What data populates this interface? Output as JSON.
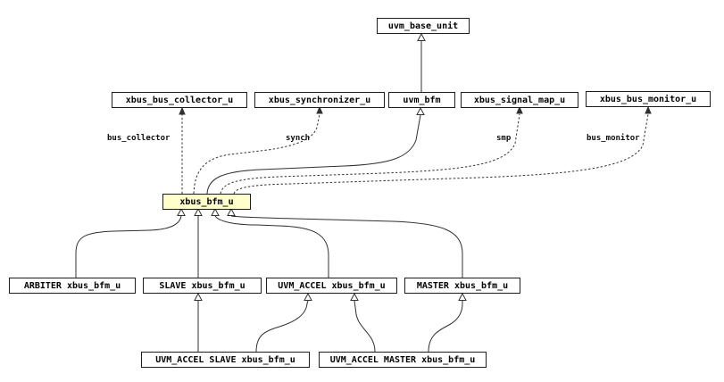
{
  "diagram_type": "unit-relationship-diagram",
  "colors": {
    "highlight_fill": "#ffffcc",
    "node_fill": "#ffffff",
    "node_border": "#1c1c1c",
    "edge": "#303030"
  },
  "nodes": [
    {
      "id": "uvm_base_unit",
      "label": "uvm_base_unit",
      "highlighted": false
    },
    {
      "id": "xbus_bus_collector_u",
      "label": "xbus_bus_collector_u",
      "highlighted": false
    },
    {
      "id": "xbus_synchronizer_u",
      "label": "xbus_synchronizer_u",
      "highlighted": false
    },
    {
      "id": "uvm_bfm",
      "label": "uvm_bfm",
      "highlighted": false
    },
    {
      "id": "xbus_signal_map_u",
      "label": "xbus_signal_map_u",
      "highlighted": false
    },
    {
      "id": "xbus_bus_monitor_u",
      "label": "xbus_bus_monitor_u",
      "highlighted": false
    },
    {
      "id": "xbus_bfm_u",
      "label": "xbus_bfm_u",
      "highlighted": true
    },
    {
      "id": "arbiter_xbus_bfm_u",
      "label": "ARBITER xbus_bfm_u",
      "highlighted": false
    },
    {
      "id": "slave_xbus_bfm_u",
      "label": "SLAVE xbus_bfm_u",
      "highlighted": false
    },
    {
      "id": "uvm_accel_xbus_bfm_u",
      "label": "UVM_ACCEL xbus_bfm_u",
      "highlighted": false
    },
    {
      "id": "master_xbus_bfm_u",
      "label": "MASTER xbus_bfm_u",
      "highlighted": false
    },
    {
      "id": "uvm_accel_slave_xbus_bfm_u",
      "label": "UVM_ACCEL SLAVE xbus_bfm_u",
      "highlighted": false
    },
    {
      "id": "uvm_accel_master_xbus_bfm_u",
      "label": "UVM_ACCEL MASTER xbus_bfm_u",
      "highlighted": false
    }
  ],
  "edges": [
    {
      "from": "uvm_bfm",
      "to": "uvm_base_unit",
      "style": "solid",
      "type": "inheritance",
      "label": ""
    },
    {
      "from": "xbus_bfm_u",
      "to": "uvm_bfm",
      "style": "solid",
      "type": "inheritance",
      "label": ""
    },
    {
      "from": "xbus_bfm_u",
      "to": "xbus_bus_collector_u",
      "style": "dashed",
      "type": "usage",
      "label": "bus_collector"
    },
    {
      "from": "xbus_bfm_u",
      "to": "xbus_synchronizer_u",
      "style": "dashed",
      "type": "usage",
      "label": "synch"
    },
    {
      "from": "xbus_bfm_u",
      "to": "xbus_signal_map_u",
      "style": "dashed",
      "type": "usage",
      "label": "smp"
    },
    {
      "from": "xbus_bfm_u",
      "to": "xbus_bus_monitor_u",
      "style": "dashed",
      "type": "usage",
      "label": "bus_monitor"
    },
    {
      "from": "ARBITER xbus_bfm_u",
      "to": "xbus_bfm_u",
      "style": "solid",
      "type": "inheritance",
      "label": ""
    },
    {
      "from": "SLAVE xbus_bfm_u",
      "to": "xbus_bfm_u",
      "style": "solid",
      "type": "inheritance",
      "label": ""
    },
    {
      "from": "UVM_ACCEL xbus_bfm_u",
      "to": "xbus_bfm_u",
      "style": "solid",
      "type": "inheritance",
      "label": ""
    },
    {
      "from": "MASTER xbus_bfm_u",
      "to": "xbus_bfm_u",
      "style": "solid",
      "type": "inheritance",
      "label": ""
    },
    {
      "from": "UVM_ACCEL SLAVE xbus_bfm_u",
      "to": "SLAVE xbus_bfm_u",
      "style": "solid",
      "type": "inheritance",
      "label": ""
    },
    {
      "from": "UVM_ACCEL SLAVE xbus_bfm_u",
      "to": "UVM_ACCEL xbus_bfm_u",
      "style": "solid",
      "type": "inheritance",
      "label": ""
    },
    {
      "from": "UVM_ACCEL MASTER xbus_bfm_u",
      "to": "UVM_ACCEL xbus_bfm_u",
      "style": "solid",
      "type": "inheritance",
      "label": ""
    },
    {
      "from": "UVM_ACCEL MASTER xbus_bfm_u",
      "to": "MASTER xbus_bfm_u",
      "style": "solid",
      "type": "inheritance",
      "label": ""
    }
  ]
}
